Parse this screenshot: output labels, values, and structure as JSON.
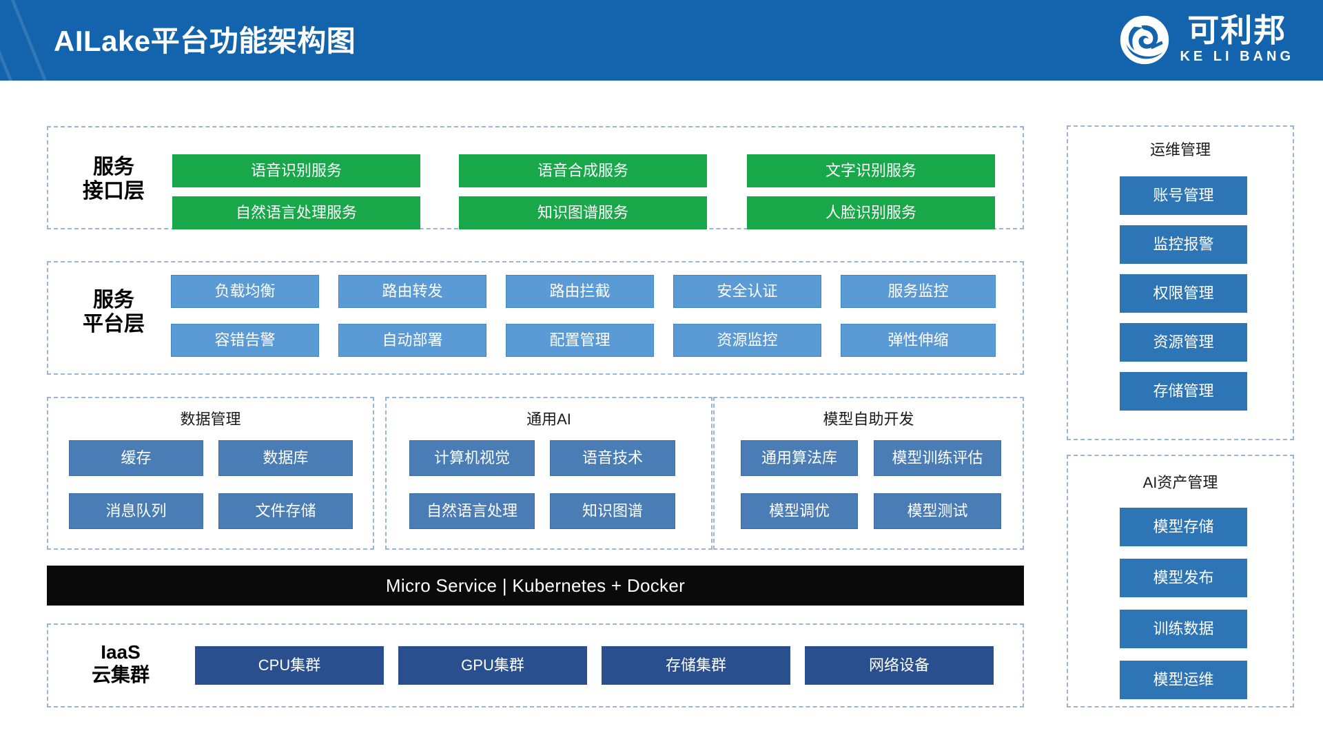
{
  "header": {
    "title": "AILake平台功能架构图",
    "brand_cn": "可利邦",
    "brand_en": "KE LI BANG",
    "brand_color": "#1464ad"
  },
  "colors": {
    "header_blue": "#1464ad",
    "service_green": "#18a84a",
    "platform_blue": "#5b9bd5",
    "capability_blue": "#4a7db5",
    "sidebar_blue": "#2e75b6",
    "iaas_blue": "#2a4f8f",
    "dashed_border": "#9bb3d4",
    "black_bar": "#0a0a0a"
  },
  "layers": [
    {
      "label": "服务\n接口层",
      "style": "green",
      "rows": [
        [
          "语音识别服务",
          "语音合成服务",
          "文字识别服务"
        ],
        [
          "自然语言处理服务",
          "知识图谱服务",
          "人脸识别服务"
        ]
      ]
    },
    {
      "label": "服务\n平台层",
      "style": "lblue",
      "rows": [
        [
          "负载均衡",
          "路由转发",
          "路由拦截",
          "安全认证",
          "服务监控"
        ],
        [
          "容错告警",
          "自动部署",
          "配置管理",
          "资源监控",
          "弹性伸缩"
        ]
      ]
    }
  ],
  "capability_groups": [
    {
      "title": "数据管理",
      "items": [
        "缓存",
        "数据库",
        "消息队列",
        "文件存储"
      ]
    },
    {
      "title": "通用AI",
      "items": [
        "计算机视觉",
        "语音技术",
        "自然语言处理",
        "知识图谱"
      ]
    },
    {
      "title": "模型自助开发",
      "items": [
        "通用算法库",
        "模型训练评估",
        "模型调优",
        "模型测试"
      ]
    }
  ],
  "runtime_bar": {
    "label": "Micro Service | Kubernetes + Docker"
  },
  "iaas": {
    "label": "IaaS\n云集群",
    "items": [
      "CPU集群",
      "GPU集群",
      "存储集群",
      "网络设备"
    ]
  },
  "sidebar_groups": [
    {
      "title": "运维管理",
      "items": [
        "账号管理",
        "监控报警",
        "权限管理",
        "资源管理",
        "存储管理"
      ]
    },
    {
      "title": "AI资产管理",
      "items": [
        "模型存储",
        "模型发布",
        "训练数据",
        "模型运维"
      ]
    }
  ]
}
